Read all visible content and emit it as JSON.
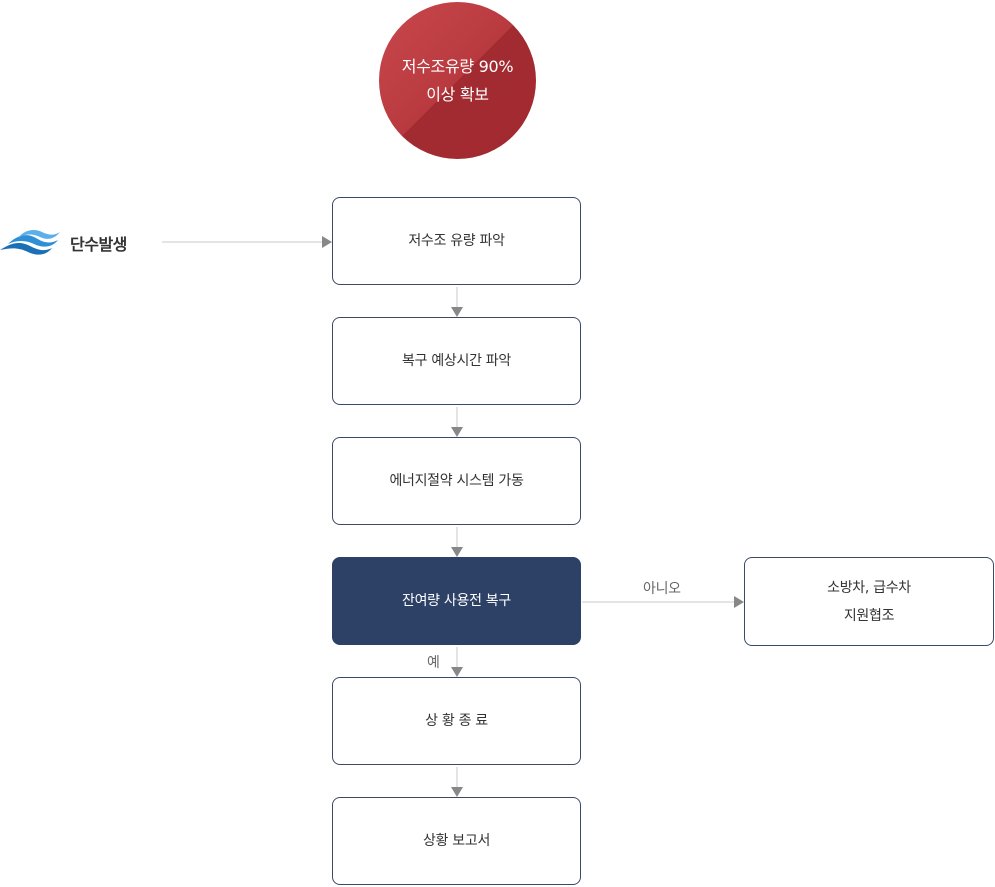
{
  "goal": {
    "line1": "저수조유량 90%",
    "line2": "이상 확보"
  },
  "start": {
    "label": "단수발생"
  },
  "steps": [
    {
      "label": "저수조 유량 파악"
    },
    {
      "label": "복구 예상시간 파악"
    },
    {
      "label": "에너지절약 시스템 가동"
    },
    {
      "label": "잔여량 사용전 복구"
    },
    {
      "label": "상 황 종 료"
    },
    {
      "label": "상황 보고서"
    }
  ],
  "branch": {
    "no_label": "아니오",
    "yes_label": "예",
    "side_line1": "소방차, 급수차",
    "side_line2": "지원협조"
  },
  "colors": {
    "goal": "#b83a3f",
    "active_step": "#2d4066",
    "border": "#3a4a6a",
    "connector": "#c8c8c8",
    "arrowhead": "#888888",
    "wave": "#1b6fb5"
  },
  "icons": {
    "start": "water-wave-icon"
  }
}
